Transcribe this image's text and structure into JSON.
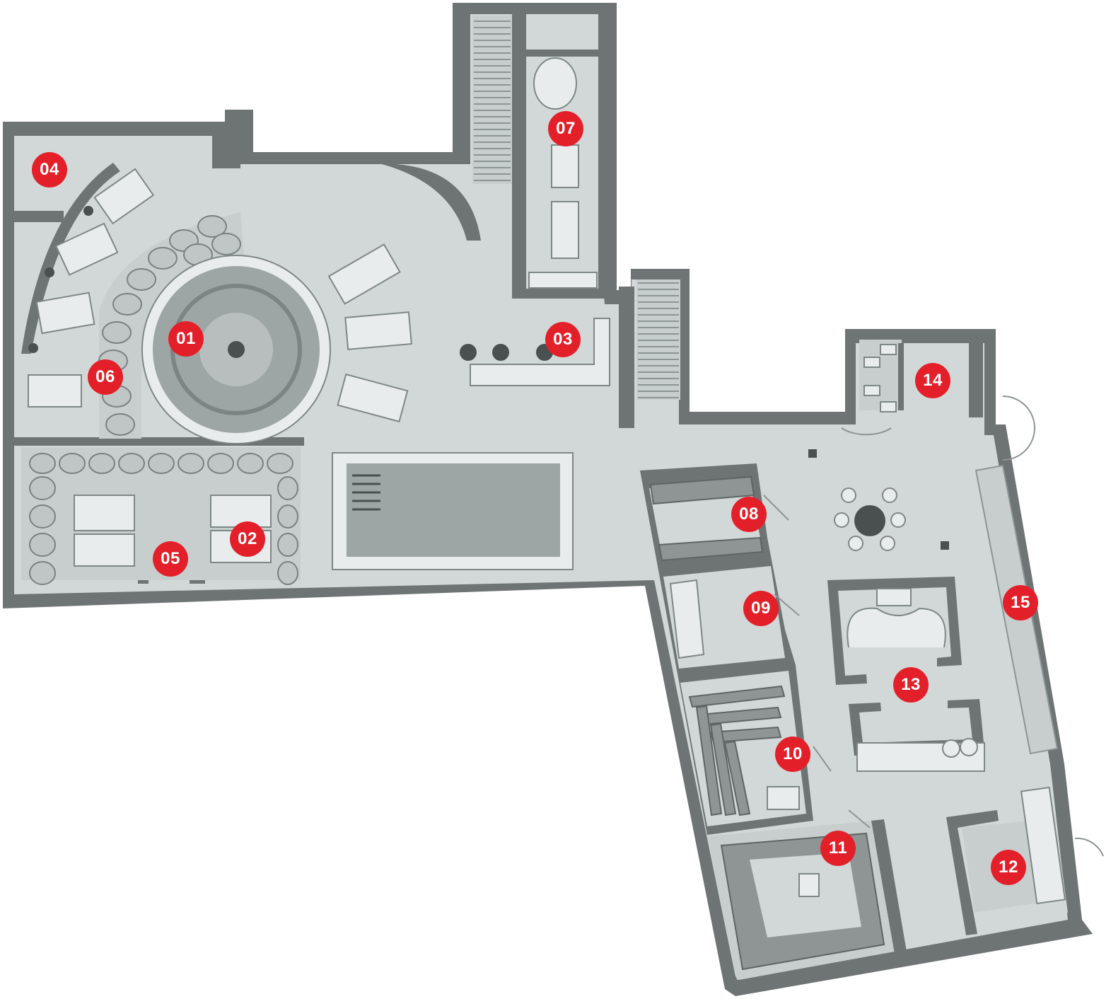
{
  "colors": {
    "marker_fill": "#e3202a",
    "marker_text": "#ffffff",
    "wall": "#6e7373",
    "floor": "#d2d8d7"
  },
  "markers": [
    {
      "id": "01",
      "label": "01"
    },
    {
      "id": "02",
      "label": "02"
    },
    {
      "id": "03",
      "label": "03"
    },
    {
      "id": "04",
      "label": "04"
    },
    {
      "id": "05",
      "label": "05"
    },
    {
      "id": "06",
      "label": "06"
    },
    {
      "id": "07",
      "label": "07"
    },
    {
      "id": "08",
      "label": "08"
    },
    {
      "id": "09",
      "label": "09"
    },
    {
      "id": "10",
      "label": "10"
    },
    {
      "id": "11",
      "label": "11"
    },
    {
      "id": "12",
      "label": "12"
    },
    {
      "id": "13",
      "label": "13"
    },
    {
      "id": "14",
      "label": "14"
    },
    {
      "id": "15",
      "label": "15"
    }
  ]
}
